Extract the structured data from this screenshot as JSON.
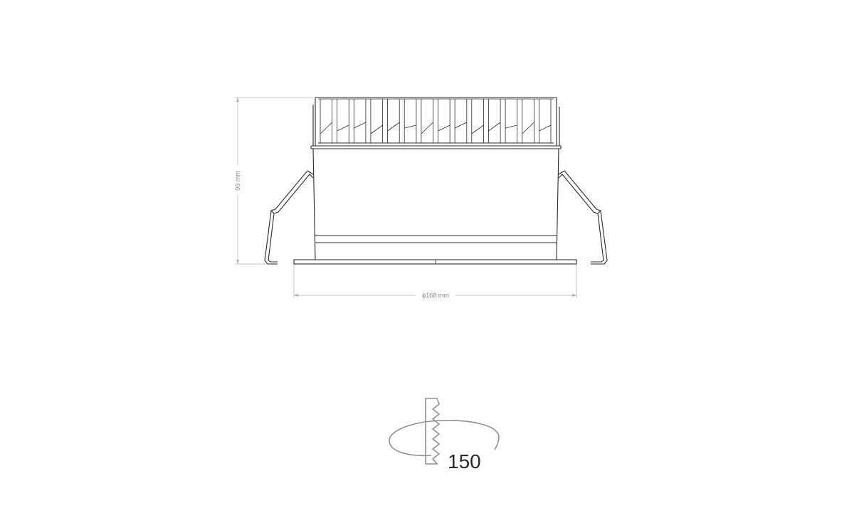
{
  "dimensions": {
    "height_label": "99 mm",
    "diameter_label": "ϕ168 mm"
  },
  "cutout": {
    "size_label": "150",
    "icon": "ceiling-cutout-saw-icon"
  },
  "colors": {
    "line": "#2a2a2a",
    "dimension": "#b0b0b0",
    "icon": "#8f8f8f",
    "background": "#ffffff"
  }
}
